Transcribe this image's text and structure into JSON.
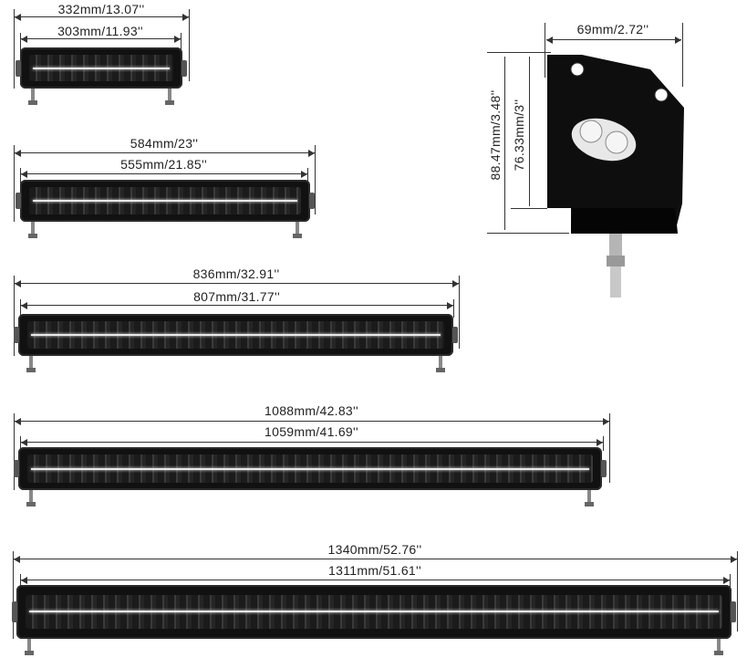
{
  "bars": [
    {
      "overall": "332mm/13.07''",
      "lens": "303mm/11.93''"
    },
    {
      "overall": "584mm/23''",
      "lens": "555mm/21.85''"
    },
    {
      "overall": "836mm/32.91''",
      "lens": "807mm/31.77''"
    },
    {
      "overall": "1088mm/42.83''",
      "lens": "1059mm/41.69''"
    },
    {
      "overall": "1340mm/52.76''",
      "lens": "1311mm/51.61''"
    }
  ],
  "side_view": {
    "depth": "69mm/2.72''",
    "total_height": "88.47mm/3.48''",
    "housing_height": "76.33mm/3''"
  },
  "colors": {
    "housing": "#111111",
    "lines": "#333333"
  }
}
